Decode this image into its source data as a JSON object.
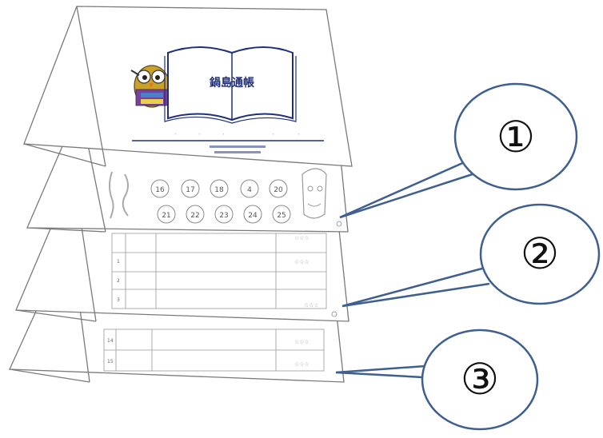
{
  "callouts": [
    {
      "label": "①"
    },
    {
      "label": "②"
    },
    {
      "label": "③"
    }
  ],
  "cover": {
    "book_title": "鍋島通帳"
  },
  "sheet1": {
    "badges": [
      "16",
      "17",
      "18",
      "4",
      "20",
      "21",
      "22",
      "23",
      "24",
      "25"
    ]
  },
  "sheet2": {
    "row_numbers": [
      "1",
      "2",
      "3"
    ]
  },
  "sheet3": {
    "row_numbers": [
      "14",
      "15"
    ]
  },
  "colors": {
    "callout_stroke": "#3f5f8f",
    "page_stroke": "#7a7a7a",
    "cover_ink": "#1f2f7a"
  }
}
